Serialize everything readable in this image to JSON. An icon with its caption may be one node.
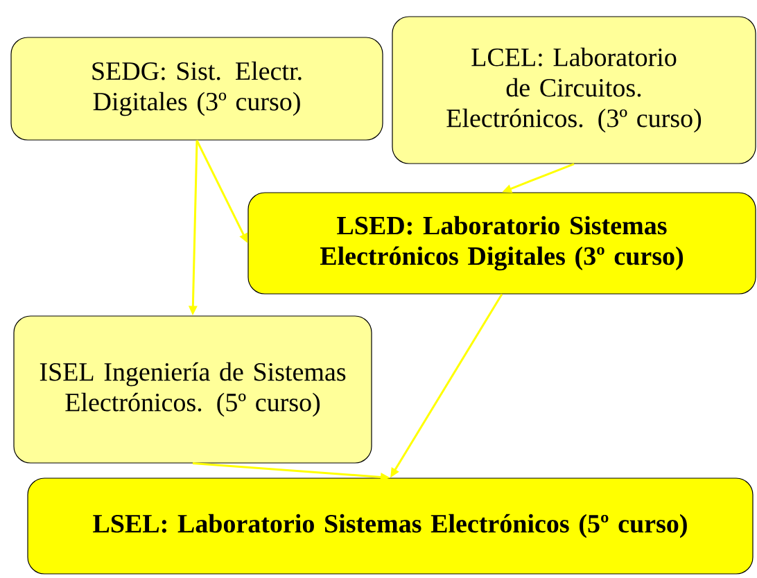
{
  "diagram": {
    "nodes": [
      {
        "text": [
          "SEDG: Sist. Electr. Digitales (3º curso)"
        ]
      },
      {
        "text": [
          "LCEL: Laboratorio de Circuitos. Electrónicos. (3º curso)"
        ]
      },
      {
        "text": [
          "LSED: Laboratorio Sistemas Electrónicos Digitales (3º curso)"
        ]
      },
      {
        "text": [
          "ISEL Ingeniería de Sistemas Electrónicos. (5º curso)"
        ]
      },
      {
        "text": [
          "LSEL: Laboratorio Sistemas Electrónicos (5º curso)"
        ]
      }
    ],
    "edges": [
      {
        "from": 0,
        "to": 2,
        "arrow": "to"
      },
      {
        "from": 0,
        "to": 3,
        "arrow": "to"
      },
      {
        "from": 1,
        "to": 2,
        "arrow": "to"
      },
      {
        "from": 2,
        "to": 4,
        "arrow": "to"
      },
      {
        "from": 3,
        "to": 4,
        "arrow": "to"
      }
    ]
  }
}
